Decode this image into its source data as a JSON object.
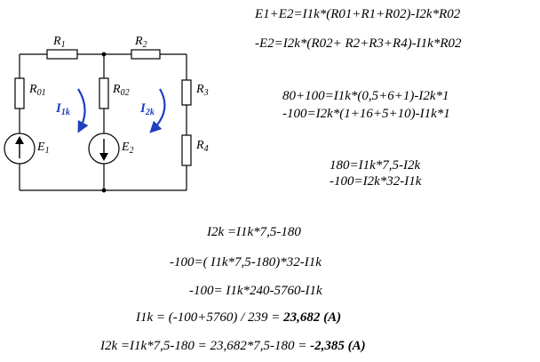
{
  "circuit": {
    "labels": {
      "r1": {
        "main": "R",
        "sub": "1"
      },
      "r2": {
        "main": "R",
        "sub": "2"
      },
      "r01": {
        "main": "R",
        "sub": "01"
      },
      "r02": {
        "main": "R",
        "sub": "02"
      },
      "r3": {
        "main": "R",
        "sub": "3"
      },
      "r4": {
        "main": "R",
        "sub": "4"
      },
      "e1": {
        "main": "E",
        "sub": "1"
      },
      "e2": {
        "main": "E",
        "sub": "2"
      },
      "i1k": {
        "main": "I",
        "sub": "1k"
      },
      "i2k": {
        "main": "I",
        "sub": "2k"
      }
    },
    "colors": {
      "line": "#000000",
      "loop_current": "#1f3fbf"
    }
  },
  "equations": {
    "loop1_general": "E1+E2=I1k*(R01+R1+R02)-I2k*R02",
    "loop2_general": "-E2=I2k*(R02+ R2+R3+R4)-I1k*R02",
    "loop1_subst": "80+100=I1k*(0,5+6+1)-I2k*1",
    "loop2_subst": "-100=I2k*(1+16+5+10)-I1k*1",
    "loop1_simplified": "180=I1k*7,5-I2k",
    "loop2_simplified": "-100=I2k*32-I1k",
    "express_i2k": "I2k =I1k*7,5-180",
    "substituted": "-100=( I1k*7,5-180)*32-I1k",
    "expanded": "-100= I1k*240-5760-I1k",
    "i1k_solution_expr": "I1k = (-100+5760) / 239 = ",
    "i1k_solution_value": "23,682 (A)",
    "i2k_solution_expr": "I2k =I1k*7,5-180 = 23,682*7,5-180 = ",
    "i2k_solution_value": "-2,385 (A)"
  }
}
